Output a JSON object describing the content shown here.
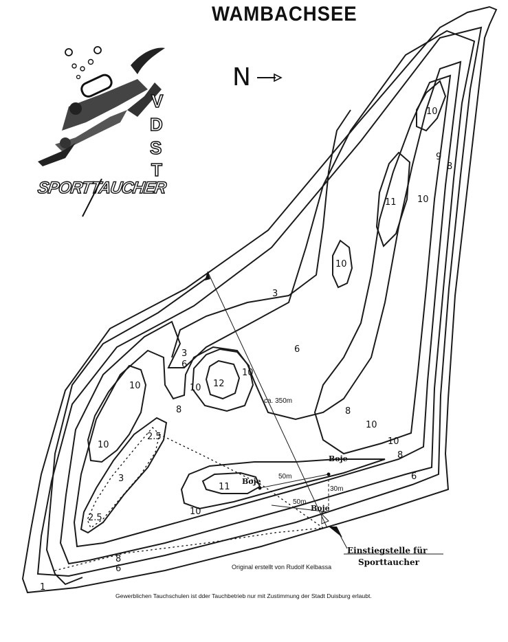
{
  "title": "WAMBACHSEE",
  "north": {
    "letter": "N",
    "arrow_icon": "arrow-right-icon"
  },
  "logo": {
    "letters": [
      "V",
      "D",
      "S",
      "T"
    ],
    "wordmark": "SPORTTAUCHER",
    "icon": "diver-icon"
  },
  "contour_labels": {
    "c1": "1",
    "c3_top": "3",
    "c3_mid": "3",
    "c3_small": "3",
    "c25_a": "2.5",
    "c25_b": "2.5",
    "c6_a": "6",
    "c6_b": "6",
    "c6_c": "6",
    "c6_d": "6",
    "c8_a": "8",
    "c8_b": "8",
    "c8_c": "8",
    "c8_d": "8",
    "c8_e": "8",
    "c9": "9",
    "c10_top": "10",
    "c10_right": "10",
    "c10_center": "10",
    "c10_left_upper": "10",
    "c10_left_lower": "10",
    "c10_around12_a": "10",
    "c10_around12_b": "10",
    "c10_bottom": "10",
    "c10_lower_right": "10",
    "c10_lower_right2": "10",
    "c11_top": "11",
    "c11_bottom": "11",
    "c12": "12"
  },
  "annotations": {
    "distance_long": "ca. 350m",
    "distance_50_a": "50m",
    "distance_50_b": "50m",
    "distance_30": "30m",
    "buoy_a": "Boje",
    "buoy_b": "Boje",
    "buoy_c": "Boje"
  },
  "entry_point": {
    "line1": "Einstiegstelle für",
    "line2": "Sporttaucher"
  },
  "credit": "Original erstellt von Rudolf Kelbassa",
  "footer": "Gewerblichen Tauchschulen ist dder Tauchbetrieb nur mit Zustimmung der Stadt Duisburg erlaubt."
}
